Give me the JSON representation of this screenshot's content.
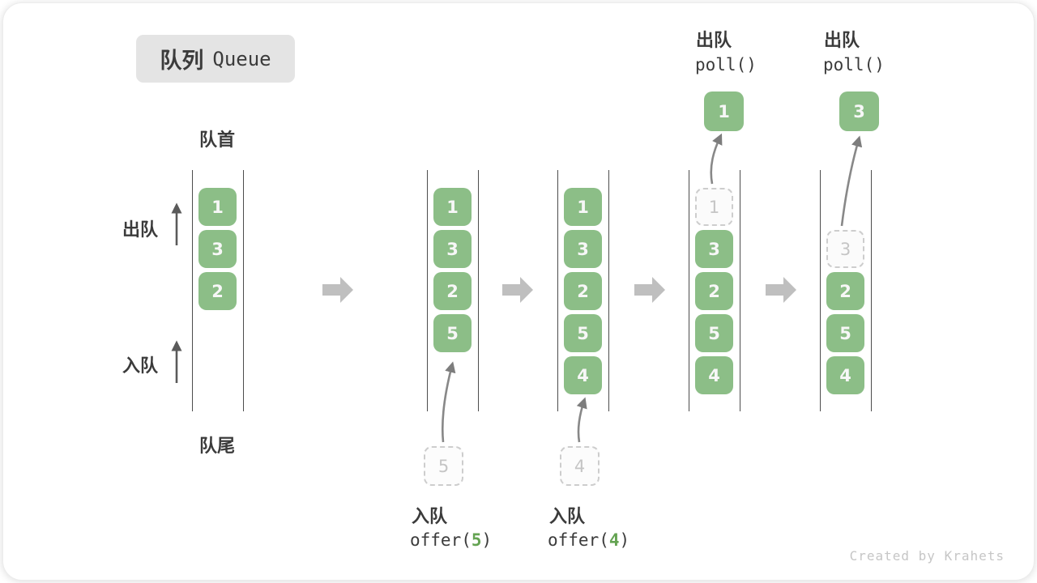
{
  "title": {
    "zh": "队列",
    "en": "Queue"
  },
  "side_labels": {
    "front": "队首",
    "rear": "队尾",
    "dequeue": "出队",
    "enqueue": "入队"
  },
  "states": [
    {
      "boxes": [
        {
          "value": "1",
          "removed": false
        },
        {
          "value": "3",
          "removed": false
        },
        {
          "value": "2",
          "removed": false
        }
      ]
    },
    {
      "incoming": "5",
      "boxes": [
        {
          "value": "1",
          "removed": false
        },
        {
          "value": "3",
          "removed": false
        },
        {
          "value": "2",
          "removed": false
        },
        {
          "value": "5",
          "removed": false
        }
      ]
    },
    {
      "incoming": "4",
      "boxes": [
        {
          "value": "1",
          "removed": false
        },
        {
          "value": "3",
          "removed": false
        },
        {
          "value": "2",
          "removed": false
        },
        {
          "value": "5",
          "removed": false
        },
        {
          "value": "4",
          "removed": false
        }
      ]
    },
    {
      "outgoing": "1",
      "boxes": [
        {
          "value": "1",
          "removed": true
        },
        {
          "value": "3",
          "removed": false
        },
        {
          "value": "2",
          "removed": false
        },
        {
          "value": "5",
          "removed": false
        },
        {
          "value": "4",
          "removed": false
        }
      ]
    },
    {
      "outgoing": "3",
      "boxes": [
        {
          "value": "3",
          "removed": true
        },
        {
          "value": "2",
          "removed": false
        },
        {
          "value": "5",
          "removed": false
        },
        {
          "value": "4",
          "removed": false
        }
      ]
    }
  ],
  "operations": {
    "enqueue5": {
      "label": "入队",
      "fn": "offer(",
      "arg": "5",
      "close": ")"
    },
    "enqueue4": {
      "label": "入队",
      "fn": "offer(",
      "arg": "4",
      "close": ")"
    },
    "poll1": {
      "label": "出队",
      "fn": "poll()"
    },
    "poll2": {
      "label": "出队",
      "fn": "poll()"
    }
  },
  "colors": {
    "box_green": "#8cbe87",
    "arg_green": "#64a352",
    "block_arrow_gray": "#bfbfbf",
    "dashed_border": "#cdcdcd",
    "wall_line": "#4d4d4d",
    "text_dark": "#3b3b3b",
    "muted_gray": "#c6c6c6"
  },
  "watermark": "Created by Krahets"
}
